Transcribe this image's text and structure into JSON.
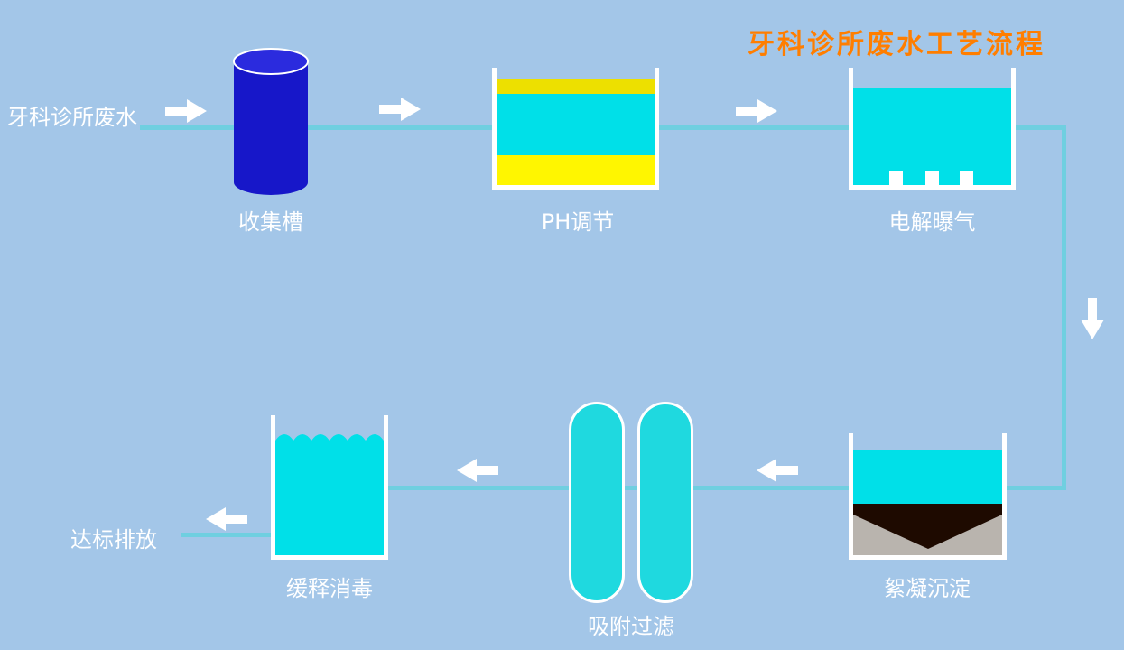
{
  "title": "牙科诊所废水工艺流程",
  "labels": {
    "input": "牙科诊所废水",
    "output": "达标排放"
  },
  "nodes": {
    "collection_tank": "收集槽",
    "ph_adjust": "PH调节",
    "electrolysis_aeration": "电解曝气",
    "flocculation_sedimentation": "絮凝沉淀",
    "adsorption_filtration": "吸附过滤",
    "slow_release_disinfection": "缓释消毒"
  },
  "colors": {
    "background": "#A3C6E8",
    "title_text": "#FF7E00",
    "pipe": "#6FCFE0",
    "tank_wall": "#FFFFFF",
    "water_cyan": "#00E0E8",
    "column_cyan": "#1FD9DF",
    "yellow_top_band": "#EDE000",
    "yellow_bottom_band": "#FFF600",
    "cylinder_blue": "#1717C9",
    "sludge_dark": "#1E0A00",
    "sludge_gray": "#B9B4AE",
    "label_text": "#FFFFFF",
    "arrow": "#FFFFFF"
  }
}
